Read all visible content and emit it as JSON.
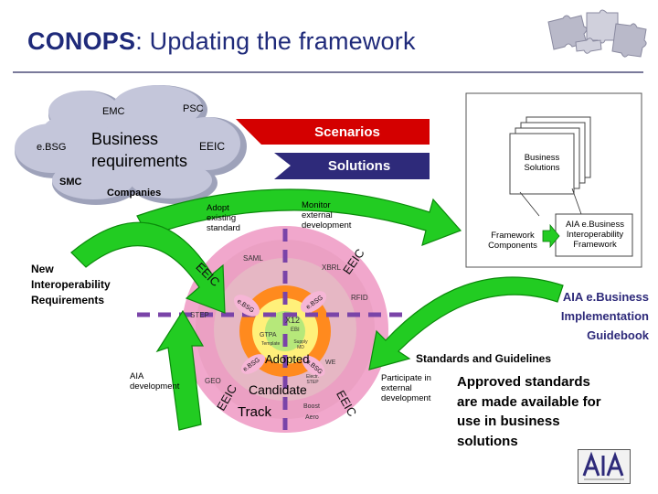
{
  "title": {
    "main": "CONOPS",
    "rest": ": Updating the framework"
  },
  "cloud": {
    "emc": "EMC",
    "psc": "PSC",
    "ebsg": "e.BSG",
    "business": "Business",
    "requirements": "requirements",
    "eeic": "EEIC",
    "smc": "SMC",
    "companies": "Companies"
  },
  "banners": {
    "scenarios": "Scenarios",
    "solutions": "Solutions"
  },
  "stack": {
    "business_solutions": "Business\nSolutions",
    "framework_components": "Framework\nComponents",
    "aia_framework": "AIA e.Business\nInteroperability\nFramework"
  },
  "labels": {
    "adopt": "Adopt\nexisting\nstandard",
    "monitor": "Monitor\nexternal\ndevelopment",
    "new_req": "New\nInteroperability\nRequirements",
    "aia_dev": "AIA\ndevelopment",
    "participate": "Participate in\nexternal\ndevelopment",
    "guidebook": "AIA e.Business\nImplementation\nGuidebook",
    "standards": "Standards and Guidelines",
    "approved": "Approved standards\nare made available for\nuse in business\nsolutions"
  },
  "target": {
    "saml": "SAML",
    "xbrl": "XBRL",
    "rfid": "RFID",
    "step": "STEP",
    "x12": "X12",
    "ebi": "EBI",
    "gtpa": "GTPA",
    "template": "Template",
    "supply": "Supply\nMD",
    "adopted": "Adopted",
    "we": "WE",
    "geo": "GEO",
    "candidate": "Candidate",
    "electronic": "Electr.\nSTEP",
    "track": "Track",
    "boost": "Boost",
    "aero": "Aero",
    "eeic_left": "EEIC",
    "eeic_right": "EEIC",
    "eeic_bl": "EEIC",
    "eeic_br": "EEIC",
    "ebsg_a": "e.BSG",
    "ebsg_b": "e.BSG",
    "ebsg_c": "e.BSG",
    "ebsg_d": "e.BSG"
  },
  "colors": {
    "title": "#1f2a7a",
    "navy": "#2e2a7a",
    "red_banner": "#d40000",
    "green": "#22cc22",
    "pink_outer": "#f1a7cc",
    "pink_mid": "#e4b6c3",
    "orange": "#ff8a1e",
    "yellow": "#fff07a",
    "green_inner": "#b6e87a",
    "purple": "#7a44a8",
    "cloud": "#bfc2d6"
  },
  "icons": [
    "puzzle-pieces-icon",
    "aia-logo-icon"
  ]
}
